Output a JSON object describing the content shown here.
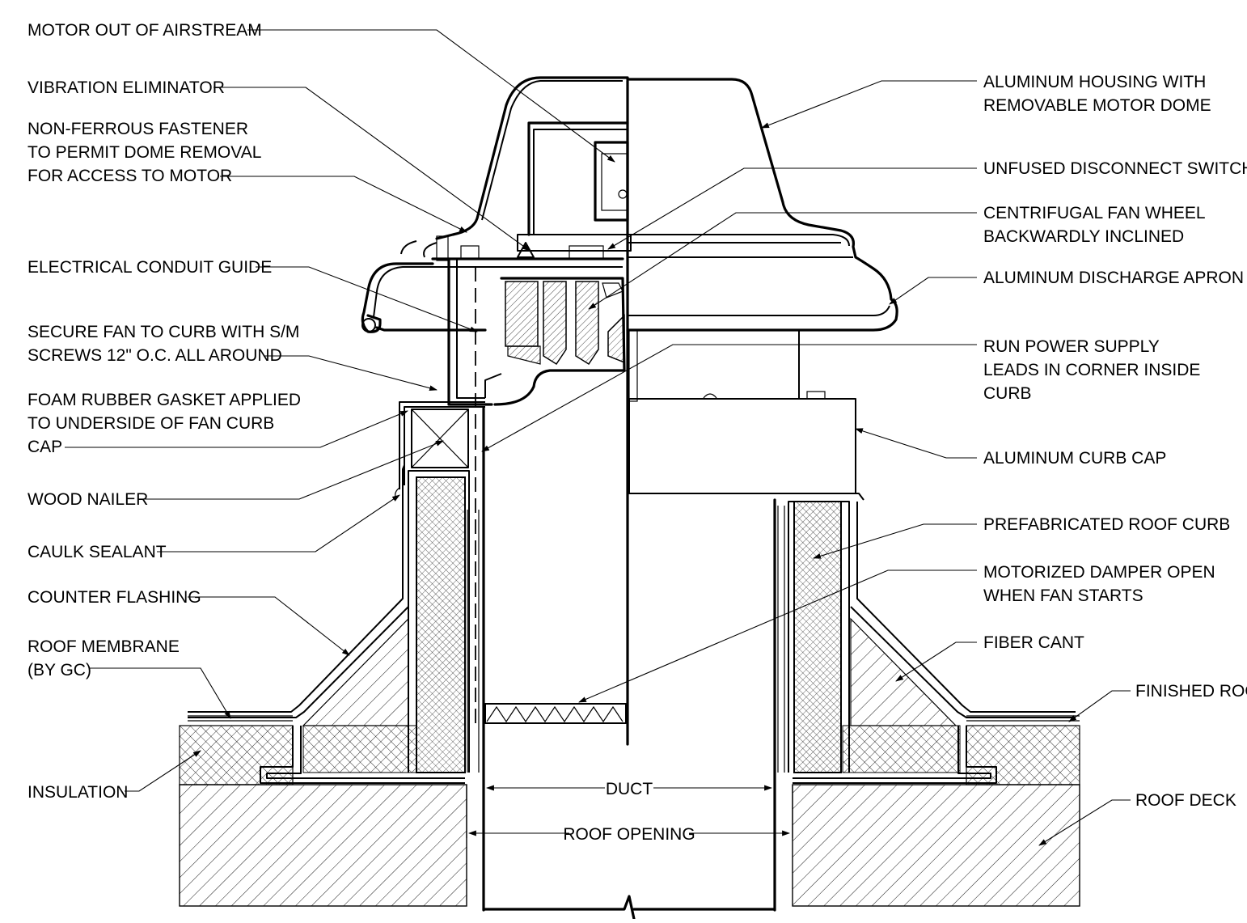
{
  "labels_left": [
    {
      "id": "motor-out-of-airstream",
      "lines": [
        "MOTOR OUT OF AIRSTREAM"
      ]
    },
    {
      "id": "vibration-eliminator",
      "lines": [
        "VIBRATION ELIMINATOR"
      ]
    },
    {
      "id": "non-ferrous-fastener",
      "lines": [
        "NON-FERROUS FASTENER",
        "TO PERMIT DOME REMOVAL",
        "FOR ACCESS TO MOTOR"
      ]
    },
    {
      "id": "electrical-conduit-guide",
      "lines": [
        "ELECTRICAL CONDUIT GUIDE"
      ]
    },
    {
      "id": "secure-fan-to-curb",
      "lines": [
        "SECURE FAN TO CURB WITH S/M",
        "SCREWS 12\" O.C. ALL AROUND"
      ]
    },
    {
      "id": "foam-rubber-gasket",
      "lines": [
        "FOAM RUBBER GASKET APPLIED",
        "TO UNDERSIDE OF FAN CURB",
        "CAP"
      ]
    },
    {
      "id": "wood-nailer",
      "lines": [
        "WOOD NAILER"
      ]
    },
    {
      "id": "caulk-sealant",
      "lines": [
        "CAULK SEALANT"
      ]
    },
    {
      "id": "counter-flashing",
      "lines": [
        "COUNTER FLASHING"
      ]
    },
    {
      "id": "roof-membrane",
      "lines": [
        "ROOF MEMBRANE",
        "(BY GC)"
      ]
    },
    {
      "id": "insulation",
      "lines": [
        "INSULATION"
      ]
    }
  ],
  "labels_right": [
    {
      "id": "aluminum-housing",
      "lines": [
        "ALUMINUM HOUSING WITH",
        "REMOVABLE MOTOR DOME"
      ]
    },
    {
      "id": "unfused-disconnect-switch",
      "lines": [
        "UNFUSED DISCONNECT SWITCH"
      ]
    },
    {
      "id": "centrifugal-fan-wheel",
      "lines": [
        "CENTRIFUGAL FAN WHEEL",
        "BACKWARDLY INCLINED"
      ]
    },
    {
      "id": "aluminum-discharge-apron",
      "lines": [
        "ALUMINUM DISCHARGE APRON"
      ]
    },
    {
      "id": "run-power-supply",
      "lines": [
        "RUN POWER SUPPLY",
        "LEADS IN CORNER INSIDE",
        "CURB"
      ]
    },
    {
      "id": "aluminum-curb-cap",
      "lines": [
        "ALUMINUM CURB CAP"
      ]
    },
    {
      "id": "prefabricated-roof-curb",
      "lines": [
        "PREFABRICATED ROOF CURB"
      ]
    },
    {
      "id": "motorized-damper",
      "lines": [
        "MOTORIZED DAMPER OPEN",
        "WHEN FAN STARTS"
      ]
    },
    {
      "id": "fiber-cant",
      "lines": [
        "FIBER CANT"
      ]
    },
    {
      "id": "finished-roof",
      "lines": [
        "FINISHED ROO"
      ]
    },
    {
      "id": "roof-deck",
      "lines": [
        "ROOF DECK"
      ]
    }
  ],
  "dimensions": {
    "duct": "DUCT",
    "roof_opening": "ROOF OPENING"
  }
}
